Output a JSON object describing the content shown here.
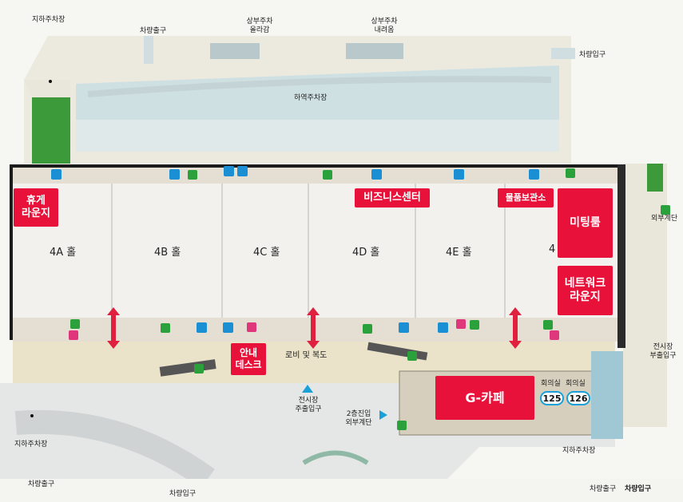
{
  "outside": {
    "parking_underground_top": "지하주차장",
    "car_exit_top": "차량출구",
    "upper_parking_up": "상부주차\n올라감",
    "upper_parking_down": "상부주차\n내려옴",
    "car_entry_top_right": "차량입구",
    "loading_parking": "하역주차장",
    "external_stairs_right": "외부계단",
    "exhibition_stairs": "전시장\n부출입구",
    "parking_underground_left": "지하주차장",
    "car_exit_left": "차량출구",
    "car_entry_bottom": "차량입구",
    "exhibition_main_entrance": "전시장\n주출입구",
    "second_floor_stairs": "2층진입\n외부계단",
    "parking_underground_right": "지하주차장",
    "car_exit_bottom_right": "차량출구",
    "car_entry_bottom_right": "차량입구"
  },
  "halls": [
    "4A 홀",
    "4B 홀",
    "4C 홀",
    "4D 홀",
    "4E 홀"
  ],
  "hall_partial_f": "4",
  "tags": {
    "rest_lounge": "휴게\n라운지",
    "business_center": "비즈니스센터",
    "baggage": "물품보관소",
    "meeting_room": "미팅룸",
    "network_lounge": "네트워크\n라운지",
    "info_desk": "안내\n데스크",
    "g_cafe": "G-카페"
  },
  "corridor": "로비 및 복도",
  "conference": [
    {
      "label": "회의실",
      "number": "125"
    },
    {
      "label": "회의실",
      "number": "126"
    }
  ],
  "colors": {
    "accent_red": "#e8113a",
    "arrow_red": "#e0203f",
    "entrance_blue": "#1aa0d8",
    "restroom_blue": "#1a8fd4",
    "elevator_green": "#2aa13a",
    "nursing_pink": "#e0367b",
    "lawn": "#3d9a3a"
  }
}
